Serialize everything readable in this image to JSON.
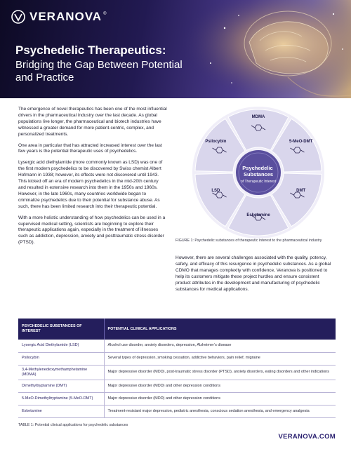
{
  "header": {
    "brand": "VERANOVA",
    "trademark": "®",
    "title": "Psychedelic Therapeutics:",
    "subtitle": "Bridging the Gap Between Potential and Practice"
  },
  "body": {
    "paragraphs": [
      "The emergence of novel therapeutics has been one of the most influential drivers in the pharmaceutical industry over the last decade. As global populations live longer, the pharmaceutical and biotech industries have witnessed a greater demand for more patient-centric, complex, and personalized treatments.",
      "One area in particular that has attracted increased interest over the last few years is the potential therapeutic uses of psychedelics.",
      "Lysergic acid diethylamide (more commonly known as LSD) was one of the first modern psychedelics to be discovered by Swiss chemist Albert Hofmann in 1938; however, its effects were not discovered until 1943. This kicked off an era of modern psychedelics in the mid-20th century and resulted in extensive research into them in the 1950s and 1960s. However, in the late 1960s, many countries worldwide began to criminalize psychedelics due to their potential for substance abuse. As such, there has been limited research into their therapeutic potential.",
      "With a more holistic understanding of how psychedelics can be used in a supervised medical setting, scientists are beginning to explore their therapeutic applications again, especially in the treatment of illnesses such as addiction, depression, anxiety and posttraumatic stress disorder (PTSD)."
    ],
    "right_paragraph": "However, there are several challenges associated with the quality, potency, safety, and efficacy of this resurgence in psychedelic substances. As a global CDMO that manages complexity with confidence, Veranova is positioned to help its customers mitigate these project hurdles and ensure consistent product attributes in the development and manufacturing of psychedelic substances for medical applications."
  },
  "figure": {
    "center_title": "Psychedelic Substances",
    "center_subtitle": "of Therapeutic Interest",
    "segments": [
      "MDMA",
      "5-MeO-DMT",
      "DMT",
      "Esketamine",
      "LSD",
      "Psilocybin"
    ],
    "caption": "FIGURE 1: Psychedelic substances of therapeutic interest to the pharmaceutical industry"
  },
  "table": {
    "headers": [
      "PSYCHEDELIC SUBSTANCES OF INTEREST",
      "POTENTIAL CLINICAL APPLICATIONS"
    ],
    "rows": [
      [
        "Lysergic Acid Diethylamide (LSD)",
        "Alcohol use disorder, anxiety disorders, depression, Alzheimer’s disease"
      ],
      [
        "Psilocybin",
        "Several types of depression, smoking cessation, addictive behaviors, pain relief, migraine"
      ],
      [
        "3,4-Methylenedioxymethamphetamine (MDMA)",
        "Major depressive disorder (MDD), post-traumatic stress disorder (PTSD), anxiety disorders, eating disorders and other indications"
      ],
      [
        "Dimethyltryptamine (DMT)",
        "Major depressive disorder (MDD) and other depression conditions"
      ],
      [
        "5-MeO-Dimethyltryptamine (5-MeO-DMT)",
        "Major depressive disorder (MDD) and other depression conditions"
      ],
      [
        "Esketamine",
        "Treatment-resistant major depression, pediatric anesthesia, conscious sedation anesthesia, and emergency analgesia"
      ]
    ],
    "caption": "TABLE 1: Potential clinical applications for psychedelic substances"
  },
  "footer": {
    "url": "VERANOVA.COM"
  },
  "colors": {
    "navy": "#241e5c",
    "purple": "#5a4f9e",
    "lavender": "#e8e6f4",
    "segment": "#d9d6ec"
  }
}
